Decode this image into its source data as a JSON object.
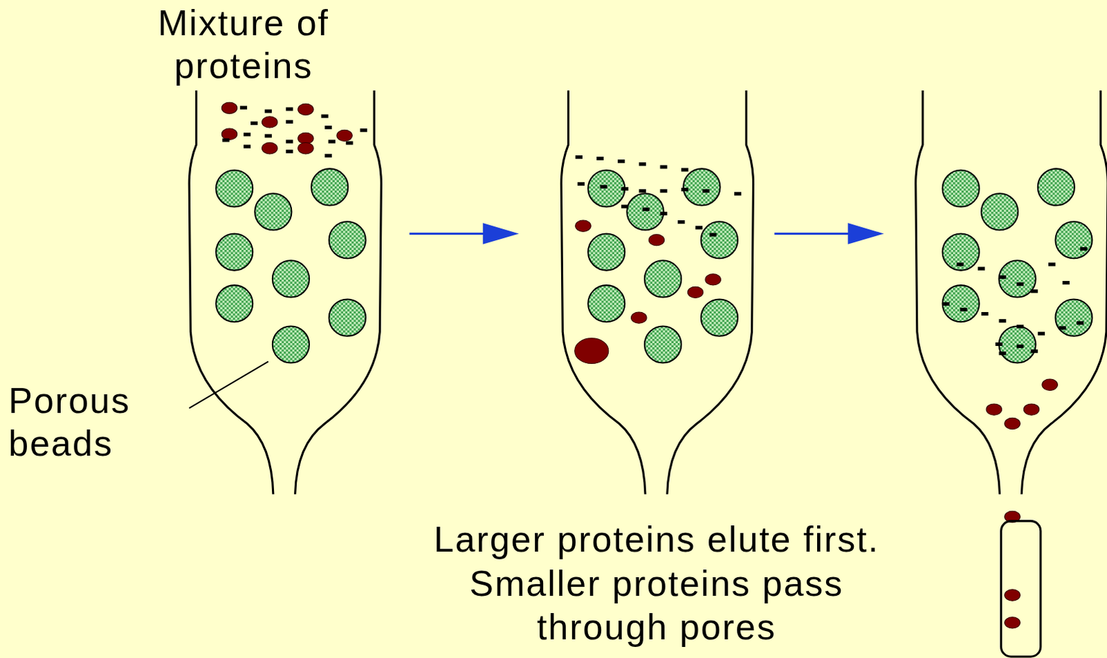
{
  "diagram": {
    "labels": [
      "Mixture of proteins",
      "Porous beads",
      "Larger proteins elute first.",
      "Smaller proteins pass",
      "through pores"
    ]
  }
}
